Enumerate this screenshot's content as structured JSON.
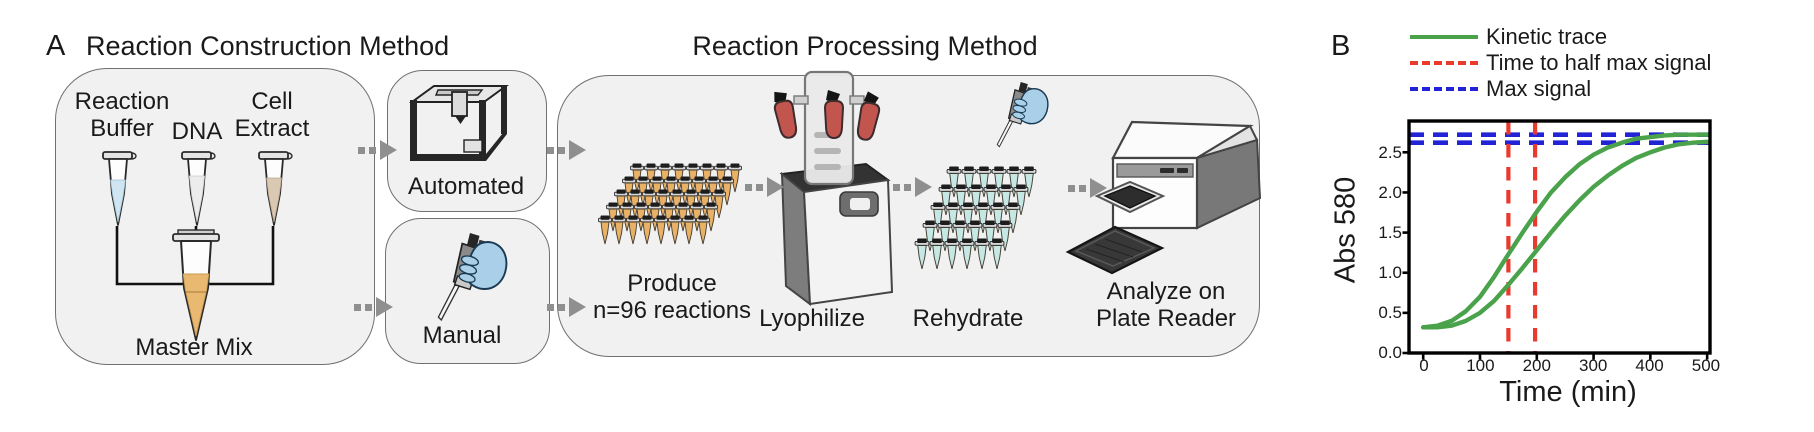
{
  "colors": {
    "ink": "#1a1a1a",
    "box_fill": "#f1f1f1",
    "box_border": "#707070",
    "arrow_gray": "#8f8f8f",
    "kinetic_trace_green": "#4aa24b",
    "half_max_red": "#e93a2e",
    "max_signal_blue": "#2323d6",
    "buffer_blue": "#cfe6f2",
    "dna_gray": "#ececec",
    "extract_tan": "#d9c8b2",
    "master_mix_orange": "#eab971",
    "rack_orange": "#e8b166",
    "rack_teal": "#c5e8e5",
    "flask_red": "#c2564f",
    "pipette_hand_blue": "#a9d0e8"
  },
  "panel_a": {
    "panel_letter": "A",
    "title": "Reaction Construction Method",
    "construction_box": {
      "tube1_label_line1": "Reaction",
      "tube1_label_line2": "Buffer",
      "tube2_label": "DNA",
      "tube3_label_line1": "Cell",
      "tube3_label_line2": "Extract",
      "master_mix_label": "Master Mix"
    },
    "automated_label": "Automated",
    "manual_label": "Manual"
  },
  "processing": {
    "title": "Reaction Processing Method",
    "step1_line1": "Produce",
    "step1_line2": "n=96 reactions",
    "step2_label": "Lyophilize",
    "step3_label": "Rehydrate",
    "step4_line1": "Analyze on",
    "step4_line2": "Plate Reader"
  },
  "panel_b": {
    "panel_letter": "B",
    "ylabel": "Abs 580",
    "xlabel": "Time (min)",
    "legend": [
      {
        "label": "Kinetic trace",
        "style": "solid",
        "color": "#4aa24b"
      },
      {
        "label": "Time to half max signal",
        "style": "dashed",
        "color": "#e93a2e"
      },
      {
        "label": "Max signal",
        "style": "dashed",
        "color": "#2323d6"
      }
    ]
  },
  "chart_data": {
    "type": "line",
    "title": "",
    "xlabel": "Time (min)",
    "ylabel": "Abs 580",
    "xlim": [
      0,
      500
    ],
    "ylim": [
      0.0,
      2.89
    ],
    "xticks": [
      0,
      100,
      200,
      300,
      400,
      500
    ],
    "yticks": [
      0.0,
      0.5,
      1.0,
      1.5,
      2.0,
      2.5
    ],
    "grid": false,
    "legend_entries": [
      "Kinetic trace",
      "Time to half max signal",
      "Max signal"
    ],
    "legend_position": "above plot, upper left",
    "x": [
      0,
      25,
      50,
      75,
      100,
      125,
      150,
      175,
      200,
      225,
      250,
      275,
      300,
      325,
      350,
      375,
      400,
      425,
      450,
      475,
      500
    ],
    "series": [
      {
        "name": "Kinetic trace replicate 1",
        "color": "#4aa24b",
        "values": [
          0.32,
          0.34,
          0.4,
          0.52,
          0.7,
          0.95,
          1.23,
          1.5,
          1.76,
          2.0,
          2.19,
          2.35,
          2.47,
          2.56,
          2.62,
          2.67,
          2.69,
          2.71,
          2.72,
          2.72,
          2.72
        ]
      },
      {
        "name": "Kinetic trace replicate 2",
        "color": "#4aa24b",
        "values": [
          0.32,
          0.32,
          0.34,
          0.4,
          0.5,
          0.65,
          0.85,
          1.06,
          1.28,
          1.5,
          1.71,
          1.9,
          2.07,
          2.21,
          2.33,
          2.43,
          2.5,
          2.56,
          2.6,
          2.62,
          2.63
        ]
      }
    ],
    "vlines": {
      "label": "Time to half max signal",
      "color": "#e93a2e",
      "x": [
        150,
        197
      ]
    },
    "hlines": {
      "label": "Max signal",
      "color": "#2323d6",
      "y": [
        2.72,
        2.62
      ]
    }
  }
}
